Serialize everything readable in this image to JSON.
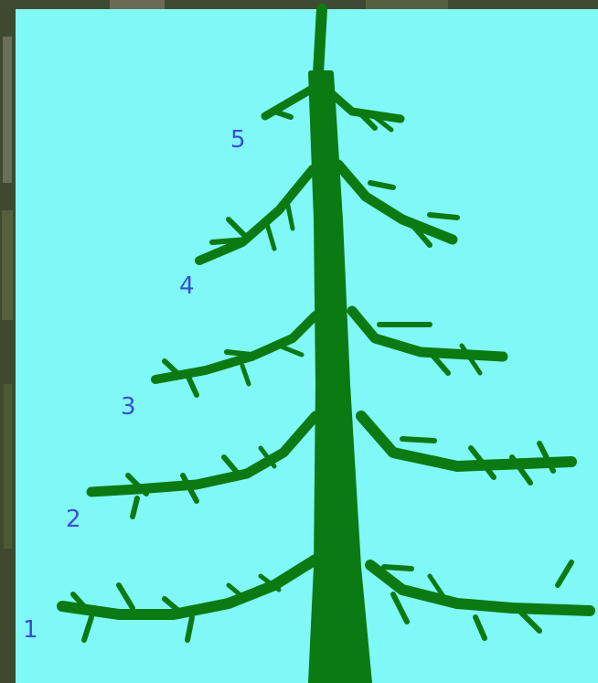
{
  "colors": {
    "sky": "#80f8f8",
    "tree": "#0c7a12",
    "labels": "#3a4fd0",
    "background_photo": "#2b3424"
  },
  "tiers": [
    {
      "label": "1"
    },
    {
      "label": "2"
    },
    {
      "label": "3"
    },
    {
      "label": "4"
    },
    {
      "label": "5"
    }
  ]
}
